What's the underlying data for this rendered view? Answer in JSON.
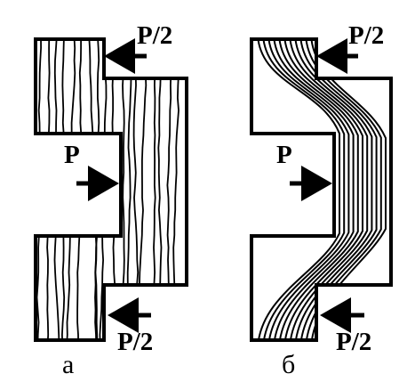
{
  "diagram": {
    "panel_a": {
      "label": "а",
      "loads": {
        "top": "P/2",
        "middle": "P",
        "bottom": "P/2"
      },
      "grain": "straight vertical fibers"
    },
    "panel_b": {
      "label": "б",
      "loads": {
        "top": "P/2",
        "middle": "P",
        "bottom": "P/2"
      },
      "grain": "curved fibers following the contour"
    }
  },
  "colors": {
    "ink": "#000000",
    "background": "#ffffff"
  }
}
